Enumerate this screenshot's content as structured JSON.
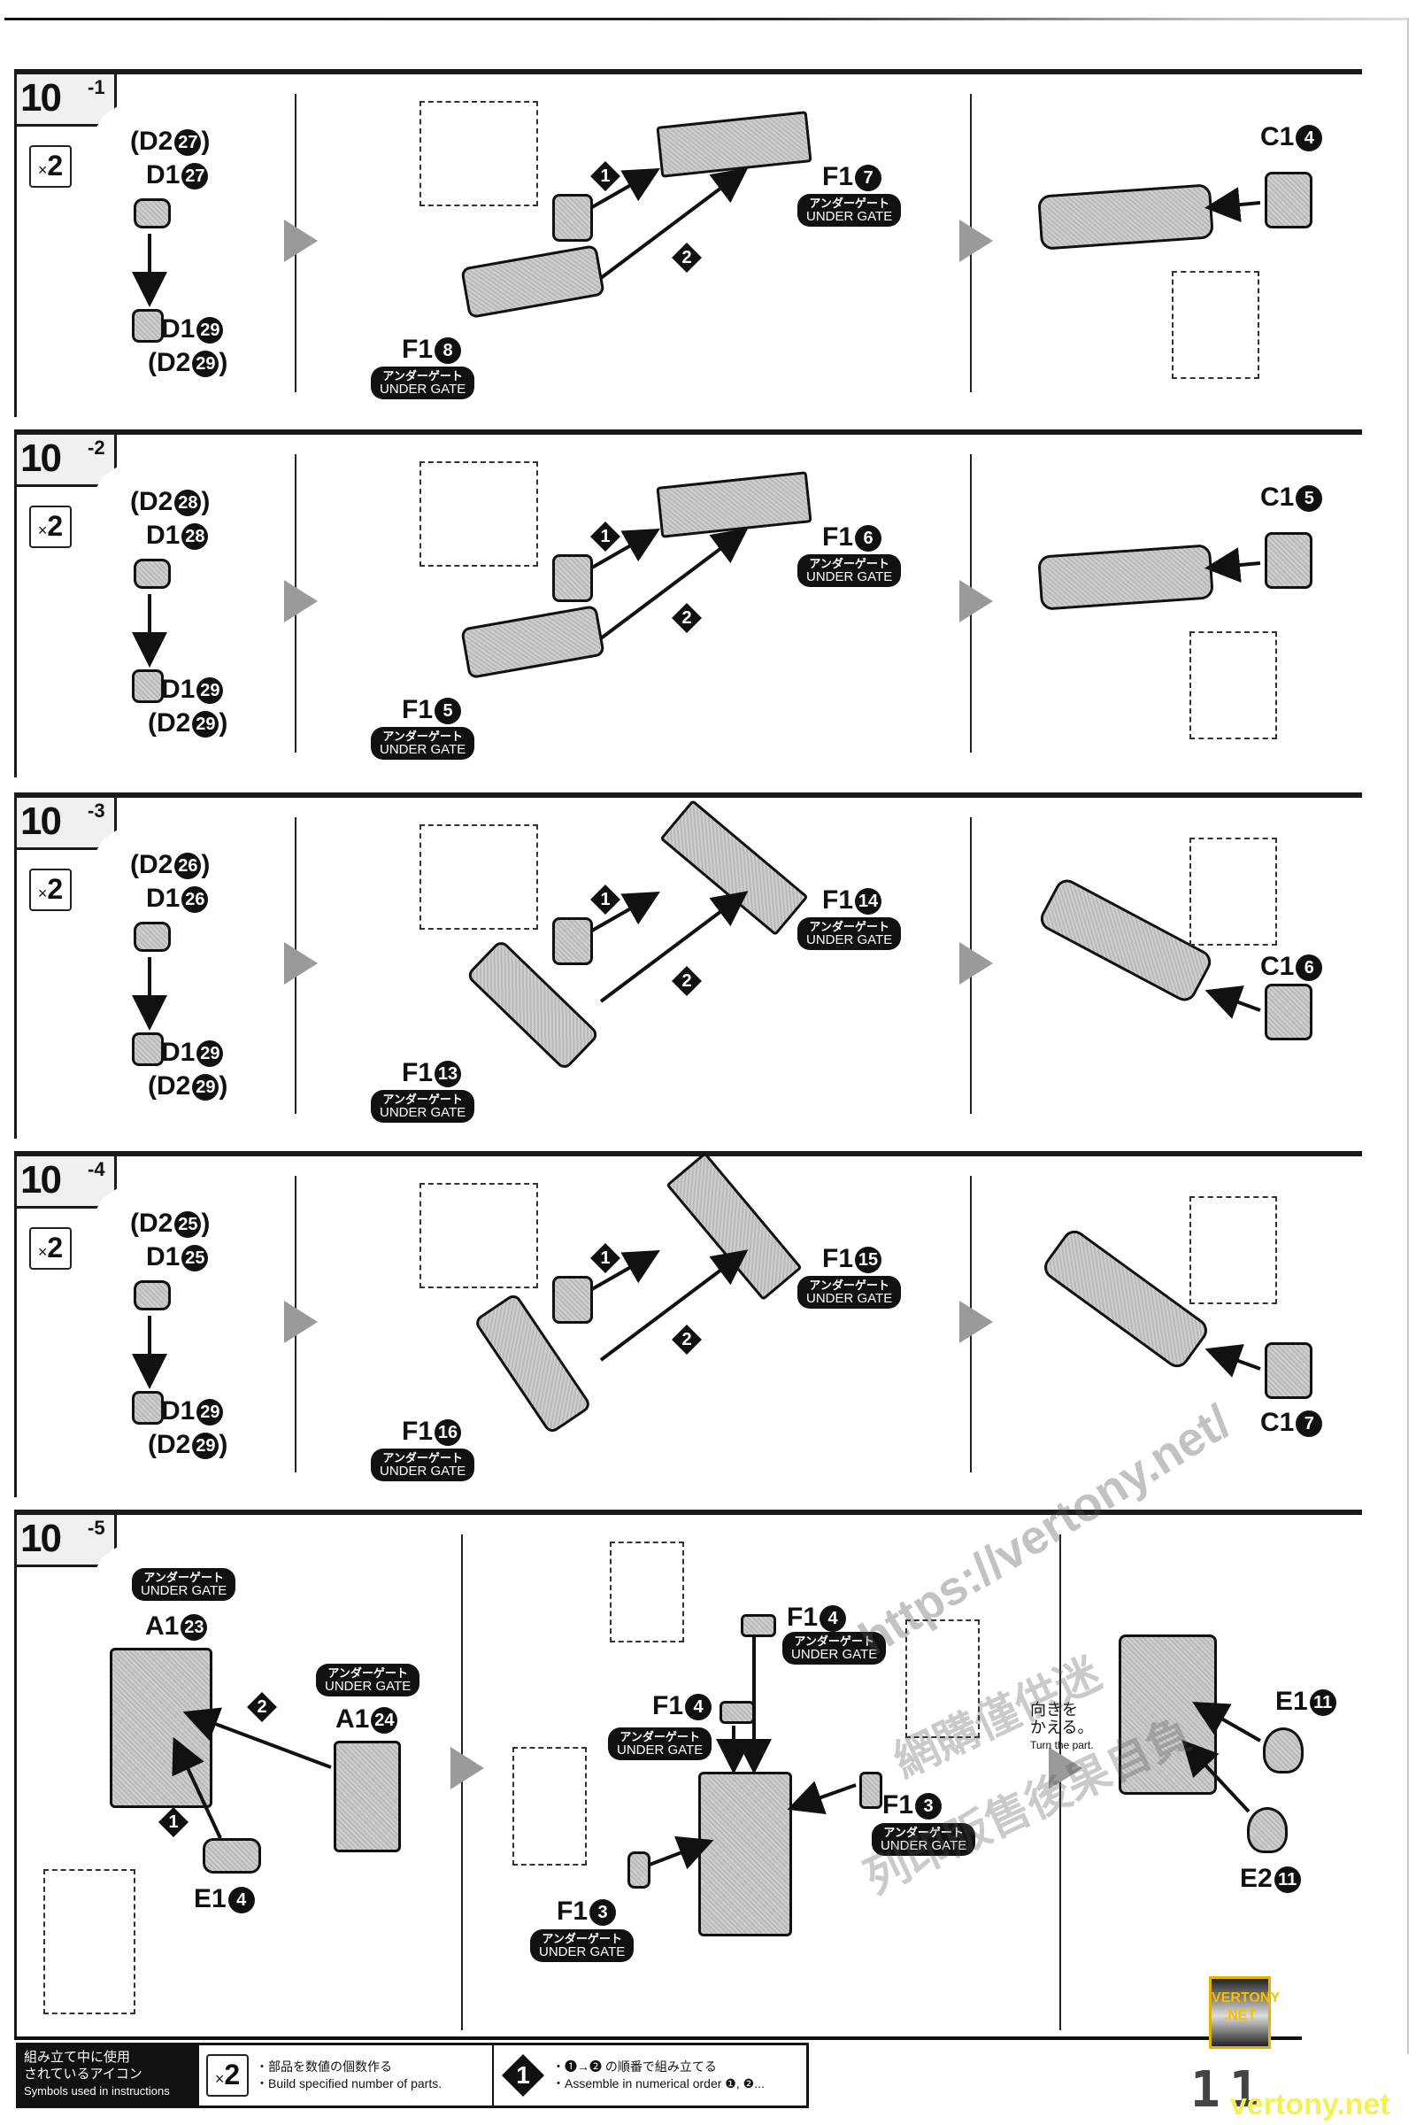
{
  "page": {
    "number": "11"
  },
  "common": {
    "under_gate_jp": "アンダーゲート",
    "under_gate_en": "UNDER GATE",
    "times_symbol": "×",
    "times_count": "2"
  },
  "steps": [
    {
      "id": "10-1",
      "main": "10",
      "sub": "-1",
      "left": {
        "top_alt": "(D2",
        "top_alt_num": "27",
        "top_alt_close": ")",
        "top": "D1",
        "top_num": "27",
        "bottom": "D1",
        "bottom_num": "29",
        "bottom_alt": "(D2",
        "bottom_alt_num": "29",
        "bottom_alt_close": ")"
      },
      "middle": {
        "part_a": "F1",
        "part_a_num": "7",
        "part_b": "F1",
        "part_b_num": "8",
        "order_1": "1",
        "order_2": "2"
      },
      "right": {
        "cap": "C1",
        "cap_num": "4"
      }
    },
    {
      "id": "10-2",
      "main": "10",
      "sub": "-2",
      "left": {
        "top_alt": "(D2",
        "top_alt_num": "28",
        "top_alt_close": ")",
        "top": "D1",
        "top_num": "28",
        "bottom": "D1",
        "bottom_num": "29",
        "bottom_alt": "(D2",
        "bottom_alt_num": "29",
        "bottom_alt_close": ")"
      },
      "middle": {
        "part_a": "F1",
        "part_a_num": "6",
        "part_b": "F1",
        "part_b_num": "5",
        "order_1": "1",
        "order_2": "2"
      },
      "right": {
        "cap": "C1",
        "cap_num": "5"
      }
    },
    {
      "id": "10-3",
      "main": "10",
      "sub": "-3",
      "left": {
        "top_alt": "(D2",
        "top_alt_num": "26",
        "top_alt_close": ")",
        "top": "D1",
        "top_num": "26",
        "bottom": "D1",
        "bottom_num": "29",
        "bottom_alt": "(D2",
        "bottom_alt_num": "29",
        "bottom_alt_close": ")"
      },
      "middle": {
        "part_a": "F1",
        "part_a_num": "14",
        "part_b": "F1",
        "part_b_num": "13",
        "order_1": "1",
        "order_2": "2"
      },
      "right": {
        "cap": "C1",
        "cap_num": "6"
      }
    },
    {
      "id": "10-4",
      "main": "10",
      "sub": "-4",
      "left": {
        "top_alt": "(D2",
        "top_alt_num": "25",
        "top_alt_close": ")",
        "top": "D1",
        "top_num": "25",
        "bottom": "D1",
        "bottom_num": "29",
        "bottom_alt": "(D2",
        "bottom_alt_num": "29",
        "bottom_alt_close": ")"
      },
      "middle": {
        "part_a": "F1",
        "part_a_num": "15",
        "part_b": "F1",
        "part_b_num": "16",
        "order_1": "1",
        "order_2": "2"
      },
      "right": {
        "cap": "C1",
        "cap_num": "7"
      }
    }
  ],
  "step5": {
    "main": "10",
    "sub": "-5",
    "left": {
      "a_top": "A1",
      "a_top_num": "23",
      "a_side": "A1",
      "a_side_num": "24",
      "e": "E1",
      "e_num": "4",
      "order_1": "1",
      "order_2": "2"
    },
    "middle": {
      "f_top": "F1",
      "f_top_num": "4",
      "f_mid": "F1",
      "f_mid_num": "4",
      "f_right": "F1",
      "f_right_num": "3",
      "f_left": "F1",
      "f_left_num": "3"
    },
    "right": {
      "turn_jp_1": "向きを",
      "turn_jp_2": "かえる。",
      "turn_en": "Turn the part.",
      "e1": "E1",
      "e1_num": "11",
      "e2": "E2",
      "e2_num": "11"
    }
  },
  "legend": {
    "caption_jp_1": "組み立て中に使用",
    "caption_jp_2": "されているアイコン",
    "caption_en": "Symbols used in instructions",
    "count_jp": "・部品を数値の個数作る",
    "count_en": "・Build specified number of parts.",
    "order_icon": "1",
    "order_jp": "・❶→❷ の順番で組み立てる",
    "order_en": "・Assemble in numerical order ❶, ❷..."
  },
  "watermark": {
    "url": "https://vertony.net/",
    "cn_1": "網購僅供迷",
    "cn_2": "列印販售後果自負",
    "badge_1": "VERTONY",
    "badge_2": ".NET",
    "footer": "vertony.net"
  }
}
